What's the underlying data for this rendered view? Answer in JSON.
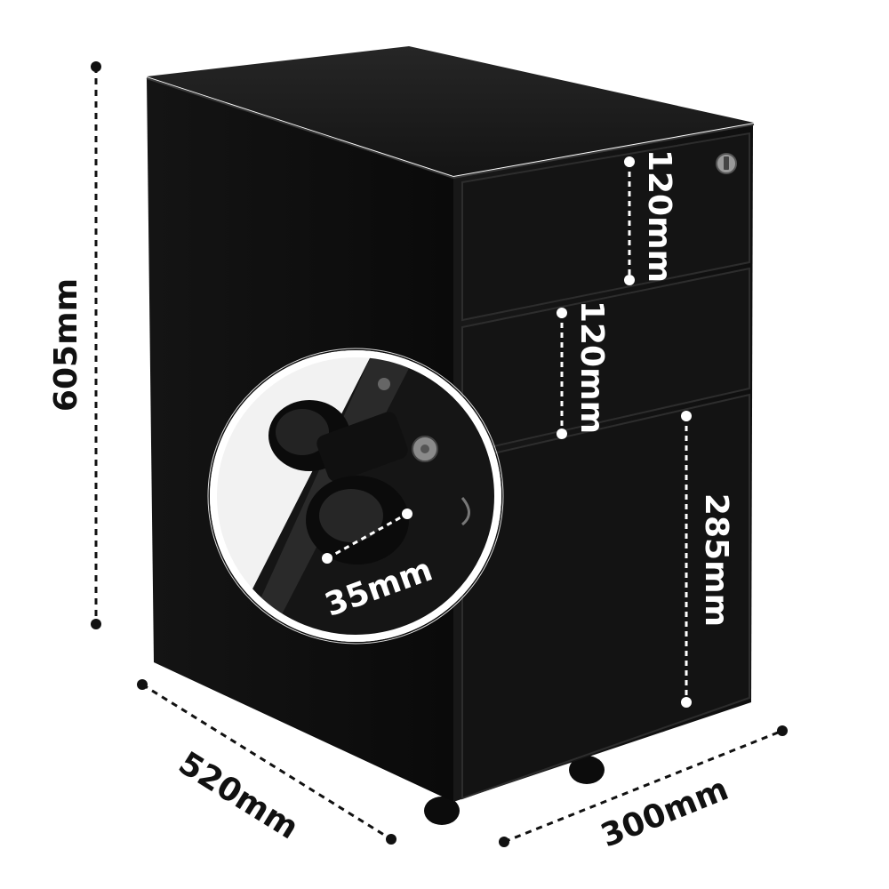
{
  "colors": {
    "background": "#ffffff",
    "cabinet": "#121212",
    "cabinet_front": "#161616",
    "cabinet_side": "#0e0e0e",
    "top_surface": "#1a1a1a",
    "dimension_dark": "#111111",
    "dimension_light": "#ffffff"
  },
  "dimensions": {
    "height": "605mm",
    "depth": "520mm",
    "width": "300mm",
    "drawer_top": "120mm",
    "drawer_middle": "120mm",
    "drawer_bottom": "285mm",
    "caster": "35mm"
  },
  "icons": {
    "lock": "lock-icon",
    "caster_detail": "caster-wheel-icon"
  }
}
